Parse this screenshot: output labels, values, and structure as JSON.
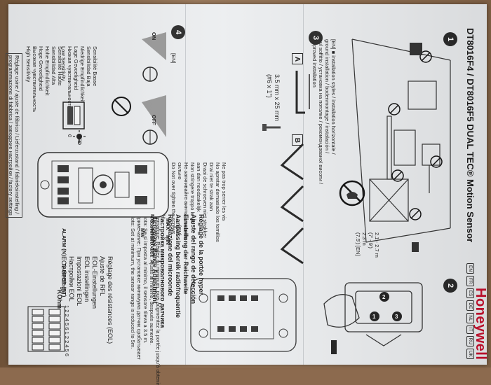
{
  "header": {
    "brand": "Honeywell",
    "title": "DT8016F4 / DT8016F5 DUAL TEC® Motion Sensor",
    "languages": [
      "EN",
      "FR",
      "ES",
      "DE",
      "NL",
      "IT",
      "RU",
      "UK"
    ]
  },
  "steps": [
    "1",
    "2",
    "3",
    "4"
  ],
  "step1": {
    "note_lines": [
      "[EN] ■ installation styles / installation horizontale /",
      "ground installation / bodenmontage / instalación /",
      "sul soffitto / установка на потолке / рекомендованої висоти /",
      "approved installation"
    ],
    "height_lines": [
      "2.1 - 2.7 m",
      "(7' - 9')",
      "2.3 m",
      "(7.5') [EN]"
    ]
  },
  "step3": {
    "label_a": "A",
    "label_b": "B",
    "screw_size": "3.5 mm x 25 mm",
    "screw_size_imperial": "(#6 x 1\")",
    "warning_lines": [
      "Ne pas trop serrer les vis",
      "No apretar demasiado los tornillos",
      "Drai niet te strak aan",
      "Draai de schroeven niet strakker",
      "aan dan noodzakelijk",
      "Non stringere troppo le viti",
      "Не затягивайте винты слишком",
      "сильно",
      "Do Not over tighten the screws"
    ]
  },
  "step4": {
    "lang_tag": "[EN]",
    "on_label": "ON",
    "off_label": "OFF",
    "led_label": "LED",
    "zero_label": "0",
    "low_lines": [
      "Sensibilité Basse",
      "Sensibilidad Baja",
      "Niedrige Empfindlichkeit",
      "Lage Gevoeligheid",
      "Низкая чувствительность",
      "Low Sensitivity"
    ],
    "high_lines": [
      "Sensibilité Haute",
      "Sensibilidad Alta",
      "Hohe Empfindlichkeit",
      "Hoge Gevoeligheid",
      "Высокая чувствительность",
      "High Sensitivity"
    ],
    "footer_lines": [
      "Réglage usine / ajuste de fábrica / Lieferzustand / fabrieksinstelling /",
      "programmazione di fabbrica / заводские настройки / factory settings"
    ]
  },
  "board": {
    "min_label": "MIN",
    "max_label": "MAX",
    "sensitivity_label": "MW SENSITIVITY",
    "mw_label": "MW"
  },
  "mw_range": {
    "lang_tag": "[EN]",
    "lines": [
      "Réglage de la portée hyper",
      "Ajuste del rango de detección",
      "Einstellung der Reichweite",
      "Aanpassing bereik radiofrequentie",
      "Regolazione del microonde",
      "Настройка микроволнового датчика",
      "Microwave Range Adjustment"
    ],
    "notes": [
      "Remarque: Réglez au minimum, puis augmentez la portée jusqu'à obtenir",
      "la couverture. Obs: Ajuste al mínimo, después aumente.",
      "Nota: Se si imposta al minimo, il sensore rileva a 3.5 m.",
      "Примечание: При установке минимума датчик срабатывает",
      "Note: Set at minimum, the sensor range is reduced to 5m."
    ]
  },
  "eol": {
    "lines": [
      "Réglage des résistances (EOL)",
      "Ajuste de RFL",
      "EOL-Einstellungen",
      "EOL instellingen",
      "Impostazioni EOL",
      "Настройки EOL",
      "EOL Settings"
    ],
    "kohm_label": "KOhm",
    "alarm_label": "ALARM",
    "alarm_tag": "(N)",
    "tamper_label": "TAMPER",
    "tamper_tag": "(RT)",
    "dip_values_a": [
      "1",
      "2",
      "2",
      "4",
      "5",
      "6"
    ],
    "dip_values_b": [
      "1",
      "2",
      "2",
      "4",
      "5",
      "6"
    ]
  },
  "colors": {
    "brand_red": "#c8102e",
    "paper": "#eceef0",
    "ink": "#1c1c1c"
  }
}
